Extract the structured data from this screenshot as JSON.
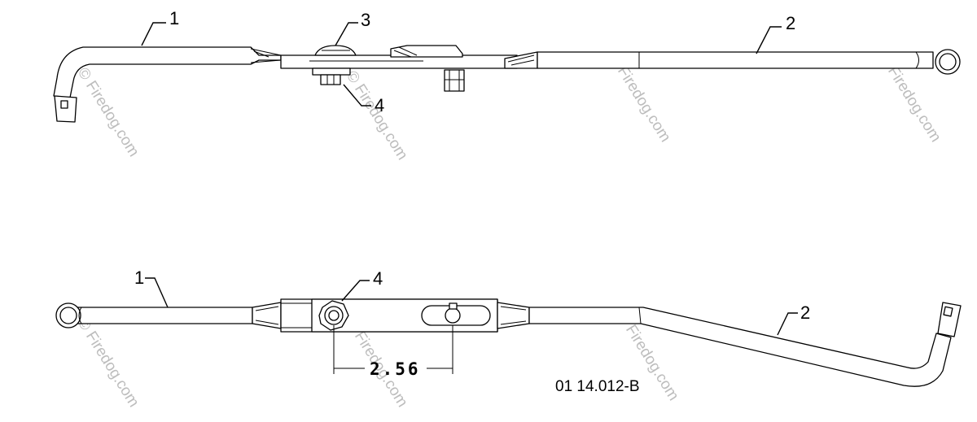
{
  "diagram": {
    "watermark": "© Firedog.com",
    "drawing_number": "01 14.012-B",
    "dimension": "2.56",
    "top_view": {
      "callouts": [
        "1",
        "2",
        "3",
        "4"
      ]
    },
    "bottom_view": {
      "callouts": [
        "1",
        "4",
        "2"
      ]
    }
  }
}
